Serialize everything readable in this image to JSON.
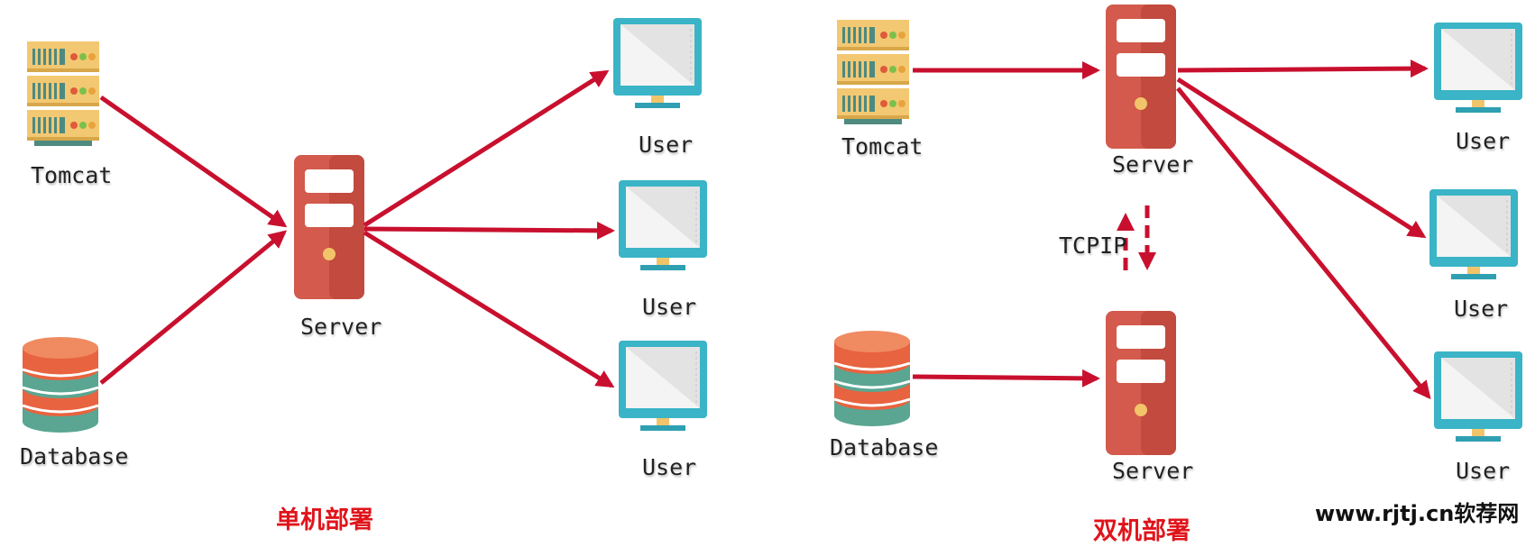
{
  "colors": {
    "arrow": "#c8102e",
    "server_body": "#d35a4c",
    "monitor": "#3ab4c6",
    "db_top": "#e8633f",
    "db_body": "#5aa692",
    "rack": "#f2c46a",
    "caption": "#e0141b"
  },
  "icons": [
    "tomcat-server-rack-icon",
    "database-icon",
    "server-tower-icon",
    "monitor-icon"
  ],
  "single": {
    "tomcat_label": "Tomcat",
    "database_label": "Database",
    "server_label": "Server",
    "users": [
      "User",
      "User",
      "User"
    ],
    "caption": "单机部署"
  },
  "dual": {
    "tomcat_label": "Tomcat",
    "database_label": "Database",
    "server_top_label": "Server",
    "server_bottom_label": "Server",
    "link_label": "TCPIP",
    "users": [
      "User",
      "User",
      "User"
    ],
    "caption": "双机部署"
  },
  "watermark": "www.rjtj.cn软荐网"
}
